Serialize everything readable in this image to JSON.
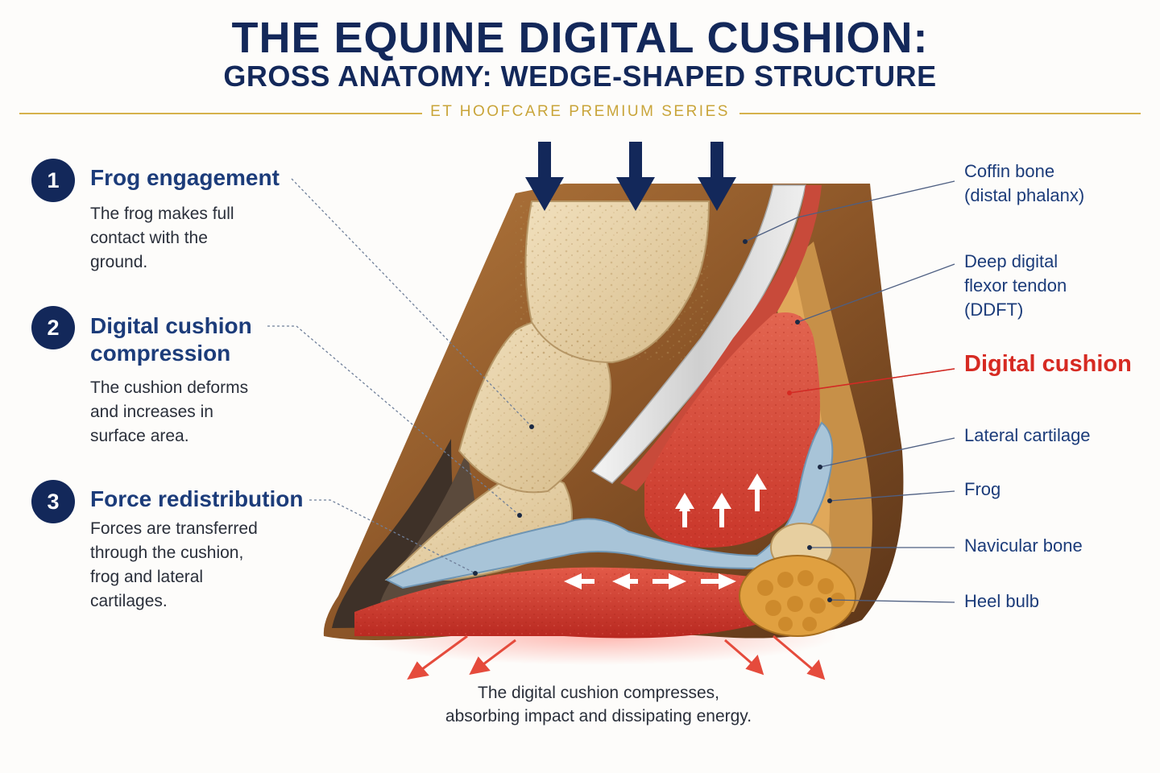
{
  "header": {
    "title": "THE EQUINE DIGITAL CUSHION:",
    "subtitle": "GROSS ANATOMY: WEDGE-SHAPED STRUCTURE",
    "series": "ET HOOFCARE PREMIUM SERIES"
  },
  "steps": [
    {
      "number": "1",
      "title": "Frog engagement",
      "text": [
        "The frog makes full",
        "contact with the",
        "ground."
      ]
    },
    {
      "number": "2",
      "title": [
        "Digital cushion",
        "compression"
      ],
      "text": [
        "The cushion deforms",
        "and increases in",
        "surface area."
      ]
    },
    {
      "number": "3",
      "title": "Force redistribution",
      "text": [
        "Forces are transferred",
        "through the cushion,",
        "frog and lateral",
        "cartilages."
      ]
    }
  ],
  "labels": {
    "coffin_bone": [
      "Coffin bone",
      "(distal phalanx)"
    ],
    "ddft": [
      "Deep digital",
      "flexor tendon",
      "(DDFT)"
    ],
    "digital_cushion": "Digital cushion",
    "lateral_cartilage": "Lateral cartilage",
    "frog": "Frog",
    "navicular_bone": "Navicular bone",
    "heel_bulb": "Heel bulb"
  },
  "caption": [
    "The digital cushion compresses,",
    "absorbing impact and dissipating energy."
  ],
  "colors": {
    "navy": "#13285a",
    "accent_gold": "#d6b24c",
    "highlight_red": "#d62a22",
    "bone": "#e8d3a8",
    "cushion": "#d84a3a",
    "cartilage": "#a8c4d8"
  }
}
